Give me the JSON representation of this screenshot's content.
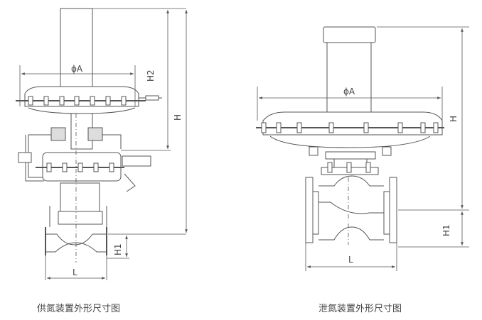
{
  "left_drawing": {
    "caption": "供氮装置外形尺寸图",
    "dims": {
      "diameter": "ϕA",
      "h2": "H2",
      "h": "H",
      "h1": "H1",
      "l": "L"
    }
  },
  "right_drawing": {
    "caption": "泄氮装置外形尺寸图",
    "dims": {
      "diameter": "ϕA",
      "h": "H",
      "h1": "H1",
      "l": "L"
    }
  },
  "colors": {
    "line": "#555555",
    "fill": "#bdbdbd",
    "bg": "#ffffff"
  }
}
